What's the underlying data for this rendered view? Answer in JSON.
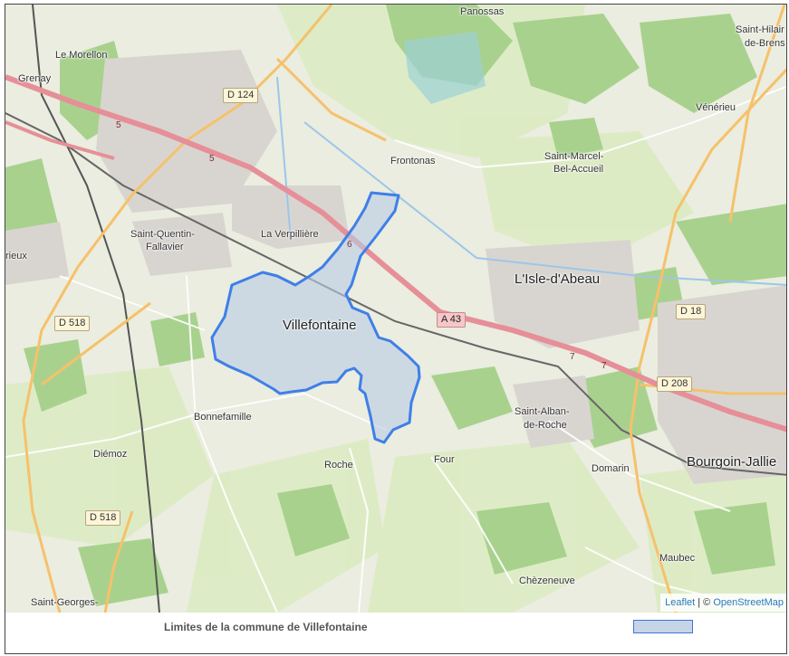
{
  "colors": {
    "boundary_stroke": "#3f7fe8",
    "boundary_fill": "#b8cbe6",
    "motorway": "#e8909a",
    "primary_road": "#f5c26b",
    "forest": "#a8d08d",
    "meadow": "#d5e8b8",
    "urban": "#d9d6d2",
    "water": "#9dc6ea"
  },
  "places": {
    "panossas": "Panossas",
    "le_morellon": "Le Morellon",
    "grenay": "Grenay",
    "saint_hilaire_1": "Saint-Hilair",
    "saint_hilaire_2": "de-Brens",
    "venerieu": "Vénérieu",
    "frontonas": "Frontonas",
    "saint_marcel_1": "Saint-Marcel-",
    "saint_marcel_2": "Bel-Accueil",
    "saint_quentin_1": "Saint-Quentin-",
    "saint_quentin_2": "Fallavier",
    "la_verpilliere": "La Verpillière",
    "rieux": "rieux",
    "lisle_dabeau": "L'Isle-d'Abeau",
    "villefontaine": "Villefontaine",
    "bonnefamille": "Bonnefamille",
    "saint_alban_1": "Saint-Alban-",
    "saint_alban_2": "de-Roche",
    "diemoz": "Diémoz",
    "roche": "Roche",
    "four": "Four",
    "domarin": "Domarin",
    "bourgoin": "Bourgoin-Jallie",
    "maubec": "Maubec",
    "chezeneuve": "Chèzeneuve",
    "saint_georges": "Saint-Georges-"
  },
  "roads": {
    "d124": "D 124",
    "d518_a": "D 518",
    "d518_b": "D 518",
    "a43": "A 43",
    "d18": "D 18",
    "d208": "D 208",
    "m5a": "5",
    "m5b": "5",
    "m6": "6",
    "m7a": "7",
    "m7b": "7"
  },
  "attribution": {
    "leaflet": "Leaflet",
    "separator": " | © ",
    "osm": "OpenStreetMap"
  },
  "legend": {
    "label": "Limites de la commune de Villefontaine"
  }
}
